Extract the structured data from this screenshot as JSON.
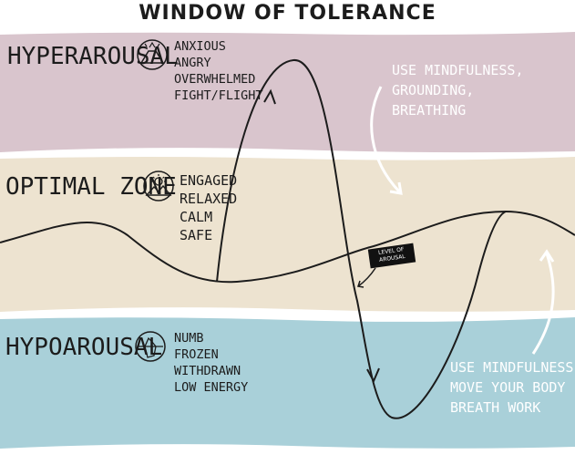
{
  "title": "WINDOW OF TOLERANCE",
  "zones": {
    "hyperarousal": {
      "label": "HYPERAROUSAL",
      "icon": "volcano-icon",
      "states": [
        "ANXIOUS",
        "ANGRY",
        "OVERWHELMED",
        "FIGHT/FLIGHT"
      ],
      "advice": [
        "USE MINDFULNESS,",
        "GROUNDING,",
        "BREATHING"
      ],
      "color": "#d9c5cd"
    },
    "optimal": {
      "label": "OPTIMAL ZONE",
      "icon": "sun-mountain-icon",
      "states": [
        "ENGAGED",
        "RELAXED",
        "CALM",
        "SAFE"
      ],
      "color": "#ede3d0"
    },
    "hypoarousal": {
      "label": "HYPOAROUSAL",
      "icon": "iceberg-icon",
      "states": [
        "NUMB",
        "FROZEN",
        "WITHDRAWN",
        "LOW ENERGY"
      ],
      "advice": [
        "USE MINDFULNESS",
        "MOVE YOUR BODY",
        "BREATH WORK"
      ],
      "color": "#a9d0d9"
    }
  },
  "arousal_tag": [
    "LEVEL OF",
    "AROUSAL"
  ]
}
